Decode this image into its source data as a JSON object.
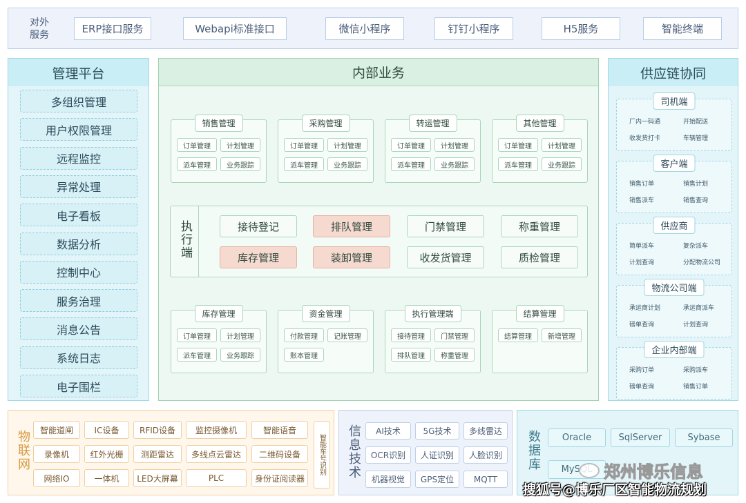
{
  "external": {
    "label": "对外服务",
    "items": [
      "ERP接口服务",
      "Webapi标准接口",
      "微信小程序",
      "钉钉小程序",
      "H5服务",
      "智能终端"
    ]
  },
  "management": {
    "title": "管理平台",
    "items": [
      "多组织管理",
      "用户权限管理",
      "远程监控",
      "异常处理",
      "电子看板",
      "数据分析",
      "控制中心",
      "服务治理",
      "消息公告",
      "系统日志",
      "电子围栏"
    ]
  },
  "internal": {
    "title": "内部业务",
    "top_modules": [
      {
        "title": "销售管理",
        "items": [
          "订单管理",
          "计划管理",
          "派车管理",
          "业务跟踪"
        ]
      },
      {
        "title": "采购管理",
        "items": [
          "订单管理",
          "计划管理",
          "派车管理",
          "业务跟踪"
        ]
      },
      {
        "title": "转运管理",
        "items": [
          "订单管理",
          "计划管理",
          "派车管理",
          "业务跟踪"
        ]
      },
      {
        "title": "其他管理",
        "items": [
          "订单管理",
          "计划管理",
          "派车管理",
          "业务跟踪"
        ]
      }
    ],
    "exec": {
      "label": "执行端",
      "items": [
        "接待登记",
        "排队管理",
        "门禁管理",
        "称重管理",
        "库存管理",
        "装卸管理",
        "收发货管理",
        "质检管理"
      ]
    },
    "bottom_modules": [
      {
        "title": "库存管理",
        "items": [
          "订单管理",
          "计划管理",
          "派车管理",
          "业务跟踪"
        ]
      },
      {
        "title": "资金管理",
        "items": [
          "付款管理",
          "记账管理",
          "账本管理"
        ]
      },
      {
        "title": "执行管理端",
        "items": [
          "接待管理",
          "门禁管理",
          "排队管理",
          "称重管理"
        ]
      },
      {
        "title": "结算管理",
        "items": [
          "结算管理",
          "新增管理"
        ]
      }
    ]
  },
  "supply": {
    "title": "供应链协同",
    "groups": [
      {
        "title": "司机端",
        "items": [
          "厂内一码通",
          "开始配送",
          "收发货打卡",
          "车辆管理"
        ]
      },
      {
        "title": "客户端",
        "items": [
          "销售订单",
          "销售计划",
          "销售派车",
          "销售查询"
        ]
      },
      {
        "title": "供应商",
        "items": [
          "简单派车",
          "复杂派车",
          "计划查询",
          "分配物流公司"
        ]
      },
      {
        "title": "物流公司端",
        "items": [
          "承运商计划",
          "承运商派车",
          "磅单查询",
          "计划查询"
        ]
      },
      {
        "title": "企业内部端",
        "items": [
          "采购订单",
          "采购派车",
          "磅单查询",
          "销售订单"
        ]
      }
    ]
  },
  "iot": {
    "label": "物联网",
    "rows": [
      [
        "智能道闸",
        "IC设备",
        "RFID设备",
        "监控摄像机",
        "智能语音"
      ],
      [
        "录像机",
        "红外光栅",
        "测距雷达",
        "多线点云雷达",
        "二维码设备"
      ],
      [
        "网络IO",
        "一体机",
        "LED大屏幕",
        "PLC",
        "身份证阅读器"
      ]
    ],
    "vertical_item": "智能车号识别"
  },
  "info": {
    "label": "信息技术",
    "rows": [
      [
        "AI技术",
        "5G技术",
        "多线雷达"
      ],
      [
        "OCR识别",
        "人证识别",
        "人脸识别"
      ],
      [
        "机器视觉",
        "GPS定位",
        "MQTT"
      ]
    ]
  },
  "db": {
    "label": "数据库",
    "items": [
      "Oracle",
      "SqlServer",
      "Sybase",
      "MySQL"
    ]
  },
  "watermark": {
    "brand": "郑州博乐信息",
    "credit": "搜狐号@博乐厂区智能物流规划"
  }
}
